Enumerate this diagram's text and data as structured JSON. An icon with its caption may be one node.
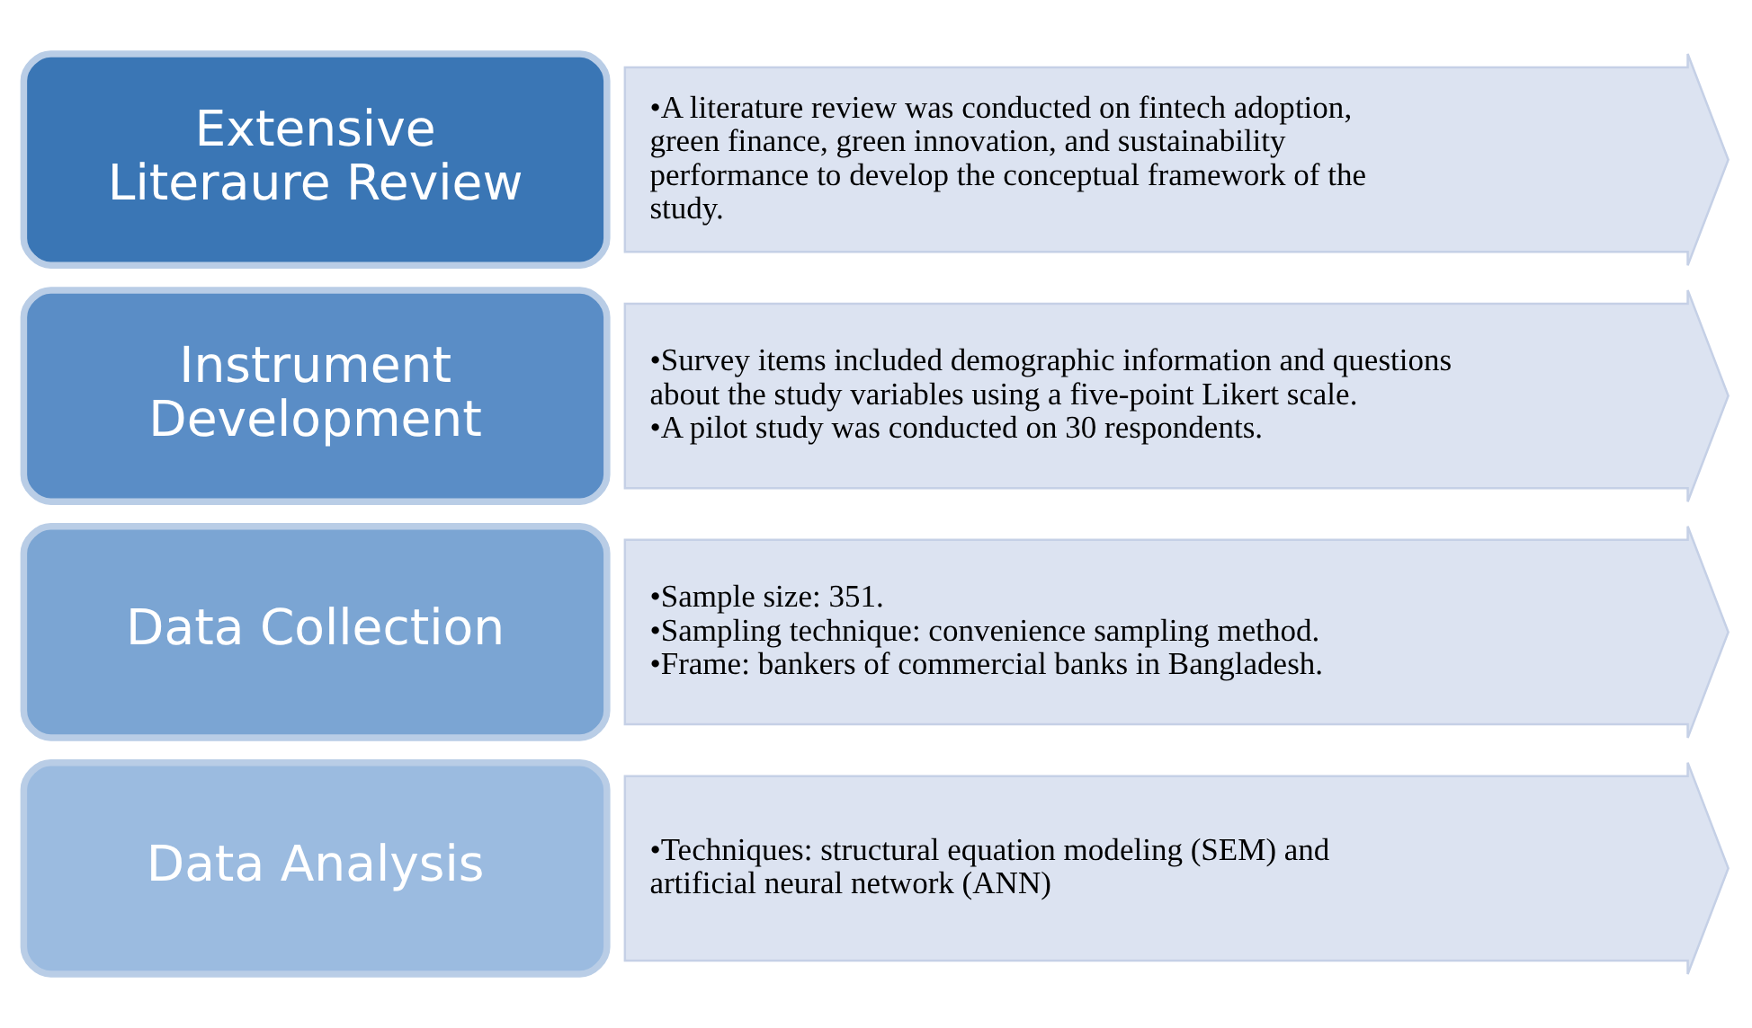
{
  "diagram": {
    "nodes": [
      {
        "text": [
          "Extensive Literaure Review"
        ]
      },
      {
        "text": [
          "•A literature review was conducted on fintech adoption, green finance, green innovation, and sustainability performance to develop the conceptual framework of the study."
        ]
      },
      {
        "text": [
          "Instrument Development"
        ]
      },
      {
        "text": [
          "•Survey items included demographic information and questions about the study variables using a five-point Likert scale.",
          "•A pilot study was conducted on 30 respondents."
        ]
      },
      {
        "text": [
          "Data Collection"
        ]
      },
      {
        "text": [
          "•Sample size: 351.",
          "•Sampling technique: convenience sampling method.",
          "•Frame: bankers of commercial banks in Bangladesh."
        ]
      },
      {
        "text": [
          "Data Analysis"
        ]
      },
      {
        "text": [
          "•Techniques: structural equation modeling (SEM) and artificial neural network (ANN)"
        ]
      }
    ],
    "edges": []
  }
}
